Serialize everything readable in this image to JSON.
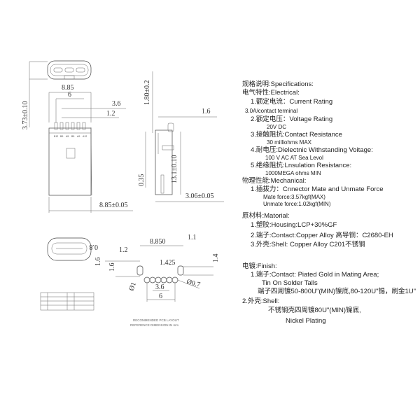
{
  "drawing": {
    "dims": {
      "top_height": "3.73±0.10",
      "width_a": "8.85",
      "pitch_6": "6",
      "pitch_36": "3.6",
      "pitch_12": "1.2",
      "width_tol": "8.85±0.05",
      "side_height": "1.80±0.2",
      "side_16": "1.6",
      "side_length": "13.1±0.10",
      "side_035": "0.35",
      "side_thick": "3.06±0.05",
      "fp_11": "1.1",
      "fp_8850": "8.850",
      "fp_12": "1.2",
      "fp_08": "0.8",
      "fp_16a": "1.6",
      "fp_16b": "1.6",
      "fp_1425": "1.425",
      "fp_14": "1.4",
      "fp_d07": "Ø0.7",
      "fp_d1": "Ø1",
      "fp_36": "3.6",
      "fp_6": "6"
    },
    "pin_labels": [
      "B12",
      "B9",
      "A5",
      "B5",
      "A9",
      "A12"
    ],
    "note_lines": [
      "RECOMMENDED PCB LAYOUT",
      "REFERENCE DIMENSION IN mm"
    ]
  },
  "specs": {
    "title": "规格说明:Specifications:",
    "electrical": {
      "heading": "电气特性:Electrical:",
      "items": [
        {
          "label": "1.额定电流：Current Rating",
          "value": "3.0A/contact terminal"
        },
        {
          "label": "2.额定电压：Voltage Rating",
          "value": "20V DC"
        },
        {
          "label": "3.接触阻抗:Contact Resistance",
          "value": "30 milliohms MAX"
        },
        {
          "label": "4.耐电压:Dielectnic Withstanding Voitage:",
          "value": "100 V AC AT Sea Levol"
        },
        {
          "label": "5.绝缘阻抗:Lnsulation Resistance:",
          "value": "1000MEGA ohms MIN"
        }
      ]
    },
    "mechanical": {
      "heading": "物理性能:Mechanical:",
      "item": "1.插拔力：Cnnector Mate and Unmate Force",
      "mate": "Mate force:3.57kgf(MAX)",
      "unmate": "Unmate force:1.02kgf(MIN)"
    },
    "material": {
      "heading": "原材料:Matorial:",
      "items": [
        "1.塑胶:Housing:LCP+30%GF",
        "2.端子:Contact:Copper Alloy 高导铜：C2680-EH",
        "3.外壳:Shell: Copper Alloy C201不锈钢"
      ]
    },
    "finish": {
      "heading": "电镀:Finish:",
      "contact": "1.端子:Contact: Piated Gold in Mating Area;",
      "contact2": "Tin On Solder Talls",
      "contact3": "端子四周镀50-800U\"(MIN)镍底,80-120U\"锡，刷金1U\"",
      "shell": "2.外壳:Shell:",
      "shell2": "不锈钢壳四周镀80U\"(MIN)镍底,",
      "shell3": "Nickel Plating"
    }
  }
}
